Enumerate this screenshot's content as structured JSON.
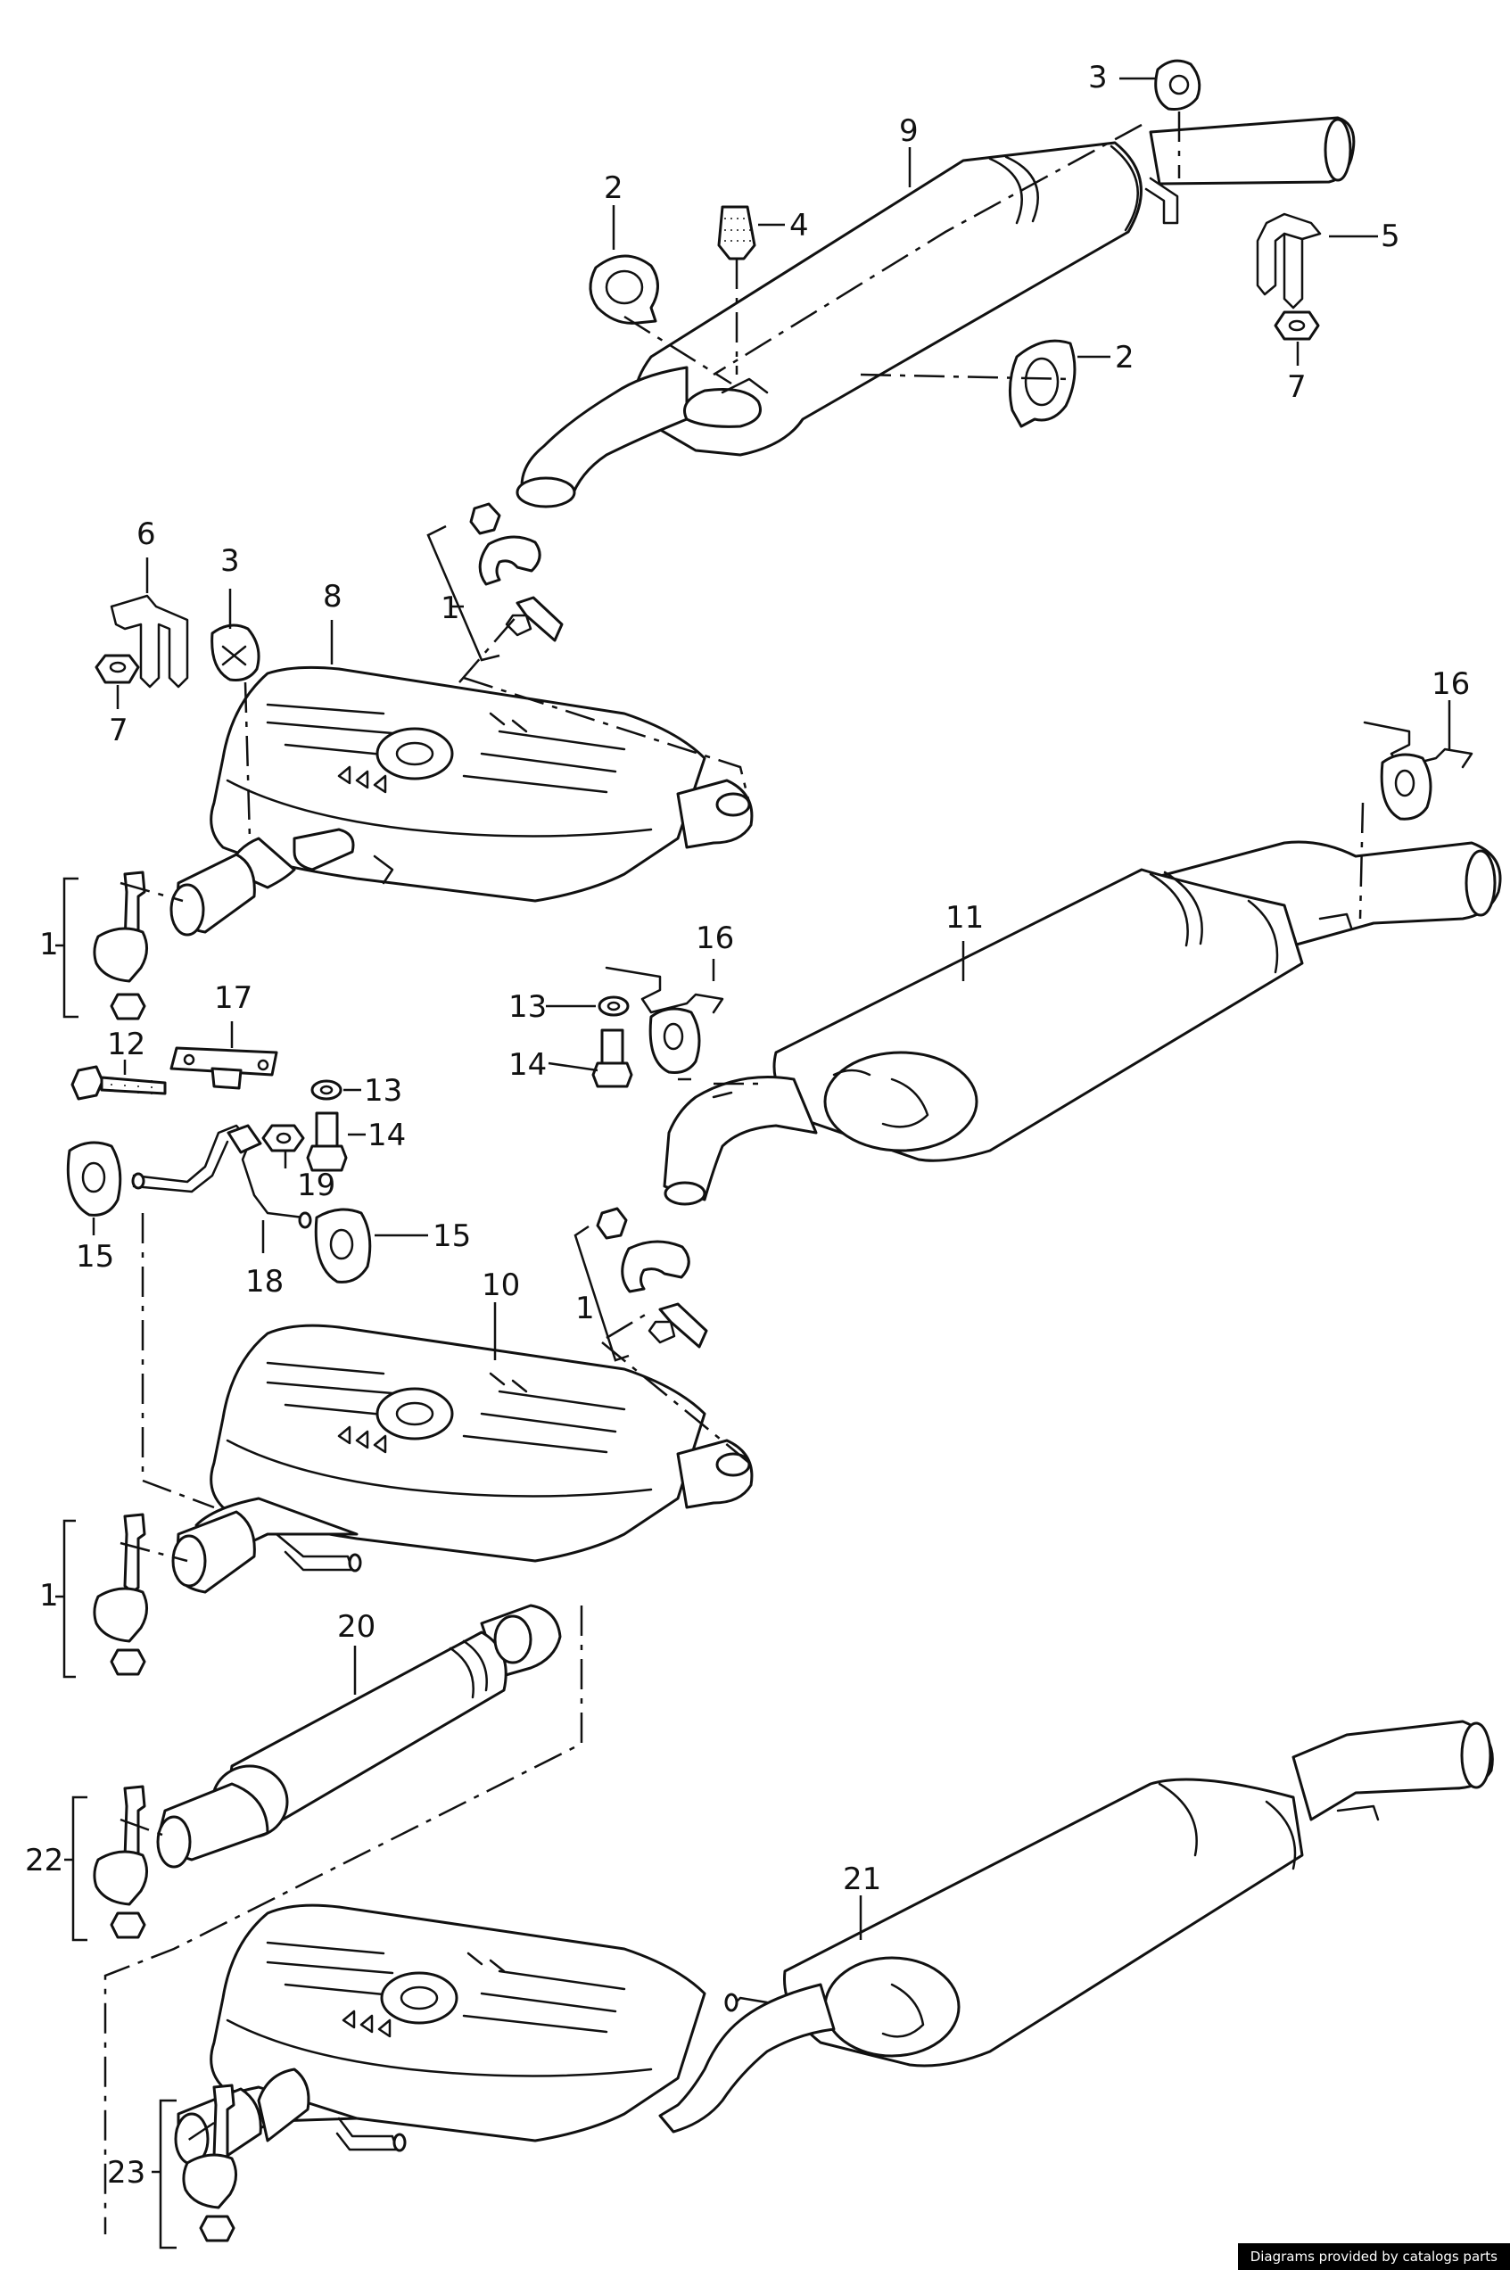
{
  "callouts": [
    {
      "id": "c-3-top",
      "text": "3"
    },
    {
      "id": "c-9",
      "text": "9"
    },
    {
      "id": "c-2-left",
      "text": "2"
    },
    {
      "id": "c-4",
      "text": "4"
    },
    {
      "id": "c-5",
      "text": "5"
    },
    {
      "id": "c-2-right",
      "text": "2"
    },
    {
      "id": "c-7-right",
      "text": "7"
    },
    {
      "id": "c-1-a",
      "text": "1"
    },
    {
      "id": "c-6",
      "text": "6"
    },
    {
      "id": "c-3-left",
      "text": "3"
    },
    {
      "id": "c-8",
      "text": "8"
    },
    {
      "id": "c-7-left",
      "text": "7"
    },
    {
      "id": "c-16-top",
      "text": "16"
    },
    {
      "id": "c-1-b",
      "text": "1"
    },
    {
      "id": "c-11",
      "text": "11"
    },
    {
      "id": "c-16-mid",
      "text": "16"
    },
    {
      "id": "c-17",
      "text": "17"
    },
    {
      "id": "c-13-right",
      "text": "13"
    },
    {
      "id": "c-14-right",
      "text": "14"
    },
    {
      "id": "c-12",
      "text": "12"
    },
    {
      "id": "c-13-left",
      "text": "13"
    },
    {
      "id": "c-14-left",
      "text": "14"
    },
    {
      "id": "c-19",
      "text": "19"
    },
    {
      "id": "c-15-left",
      "text": "15"
    },
    {
      "id": "c-15-right",
      "text": "15"
    },
    {
      "id": "c-18",
      "text": "18"
    },
    {
      "id": "c-1-c",
      "text": "1"
    },
    {
      "id": "c-10",
      "text": "10"
    },
    {
      "id": "c-1-d",
      "text": "1"
    },
    {
      "id": "c-20",
      "text": "20"
    },
    {
      "id": "c-22",
      "text": "22"
    },
    {
      "id": "c-21",
      "text": "21"
    },
    {
      "id": "c-23",
      "text": "23"
    }
  ],
  "credit": "Diagrams provided by catalogs parts"
}
